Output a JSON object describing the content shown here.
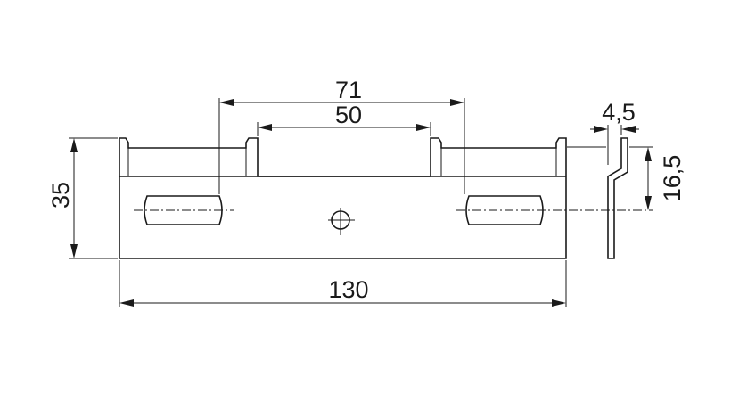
{
  "dimensions": {
    "total_width": "130",
    "height": "35",
    "slot_outer_spacing": "71",
    "notch_spacing": "50",
    "thickness": "4,5",
    "offset_height": "16,5"
  },
  "colors": {
    "line": "#1a1a1a",
    "background": "#ffffff"
  }
}
